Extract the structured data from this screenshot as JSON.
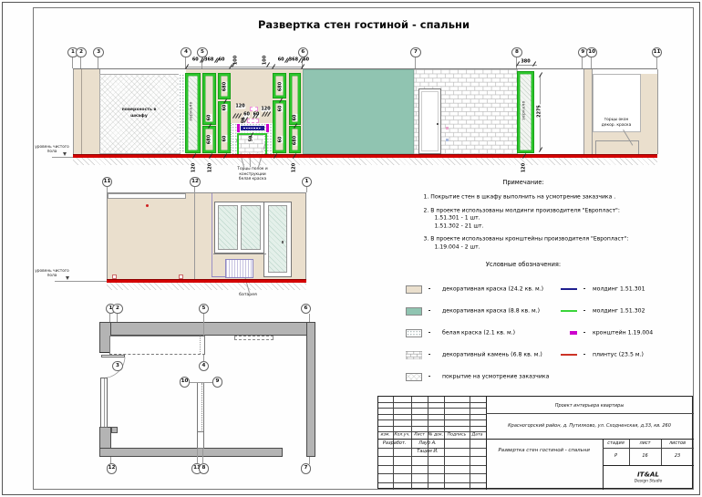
{
  "page_title": "Развертка стен гостиной - спальни",
  "elev_top": {
    "markers": [
      "1",
      "2",
      "3",
      "4",
      "5",
      "6",
      "7",
      "8",
      "9",
      "10",
      "11"
    ],
    "dims": [
      "60",
      "368",
      "60",
      "100",
      "100",
      "60",
      "368",
      "60",
      "380",
      "60",
      "680",
      "680",
      "60",
      "60",
      "680",
      "60",
      "60",
      "60",
      "680",
      "120",
      "120",
      "60",
      "60",
      "50",
      "50",
      "120",
      "120",
      "120",
      "120",
      "2275"
    ],
    "wardrobe_line1": "поверхность в",
    "wardrobe_line2": "шкафу",
    "mirror_left": "зеркало",
    "mirror_right": "зеркало",
    "floor_note1": "уровень чистого",
    "floor_note2": "пола",
    "bottom_note1": "Торцы полок и",
    "bottom_note2": "конструкции",
    "bottom_note3": "белая краска",
    "niche_note1": "торцы окон",
    "niche_note2": "декор. краска"
  },
  "elev_mid": {
    "markers": [
      "11",
      "12",
      "1"
    ],
    "radiator_label": "батарея",
    "floor_note1": "уровень чистого",
    "floor_note2": "пола"
  },
  "plan": {
    "markers": [
      "1",
      "2",
      "5",
      "6",
      "3",
      "4",
      "10",
      "9",
      "12",
      "11",
      "8",
      "7"
    ]
  },
  "notes": {
    "heading": "Примечание:",
    "n1": "1. Покрытие стен в шкафу выполнить на усмотрение заказчика .",
    "n2": "2. В проекте использованы молдинги производителя \"Европласт\":",
    "n2a": "1.51.301 - 1 шт.",
    "n2b": "1.51.302 - 21 шт.",
    "n3": "3. В проекте использованы кронштейны производителя \"Европласт\":",
    "n3a": "1.19.004 - 2 шт."
  },
  "legend": {
    "heading": "Условные обозначения:",
    "dash": "-",
    "left": [
      {
        "label": "декоративная краска (24.2 кв. м.)"
      },
      {
        "label": "декоративная краска (8.8 кв. м.)"
      },
      {
        "label": "белая краска (2.1 кв. м.)"
      },
      {
        "label": "декоративный камень (6.8 кв. м.)"
      },
      {
        "label": "покрытие на усмотрение заказчика"
      }
    ],
    "right": [
      {
        "label": "молдинг 1.51.301"
      },
      {
        "label": "молдинг 1.51.302"
      },
      {
        "label": "кронштейн 1.19.004"
      },
      {
        "label": "плинтус (23.5 м.)"
      }
    ]
  },
  "title_block": {
    "project": "Проект интерьера квартиры",
    "address": "Красногорский район, д. Путилково, ул. Сходненская, д.33, кв. 260",
    "drawing": "Развертка стен гостиной - спальни",
    "col1": "изм.",
    "col2": "Кол.уч.",
    "col3": "Лист",
    "col4": "№ док.",
    "col5": "Подпись",
    "col6": "Дата",
    "developed": "Разработ.",
    "name1": "Лаур А.",
    "name2": "Тацим И.",
    "stage_h": "стадия",
    "sheet_h": "лист",
    "sheets_h": "листов",
    "stage": "Р",
    "sheet": "16",
    "sheets": "23",
    "studio": "IT&AL",
    "studio_sub": "Design Studio"
  },
  "colors": {
    "beige": "#eadfcd",
    "teal": "#90c4b1",
    "green_molding": "#2ec32e",
    "navy_molding": "#1e1e8f",
    "magenta_bracket": "#cc00cc",
    "red_plinth": "#d40000",
    "wall_gray": "#b4b4b4"
  }
}
